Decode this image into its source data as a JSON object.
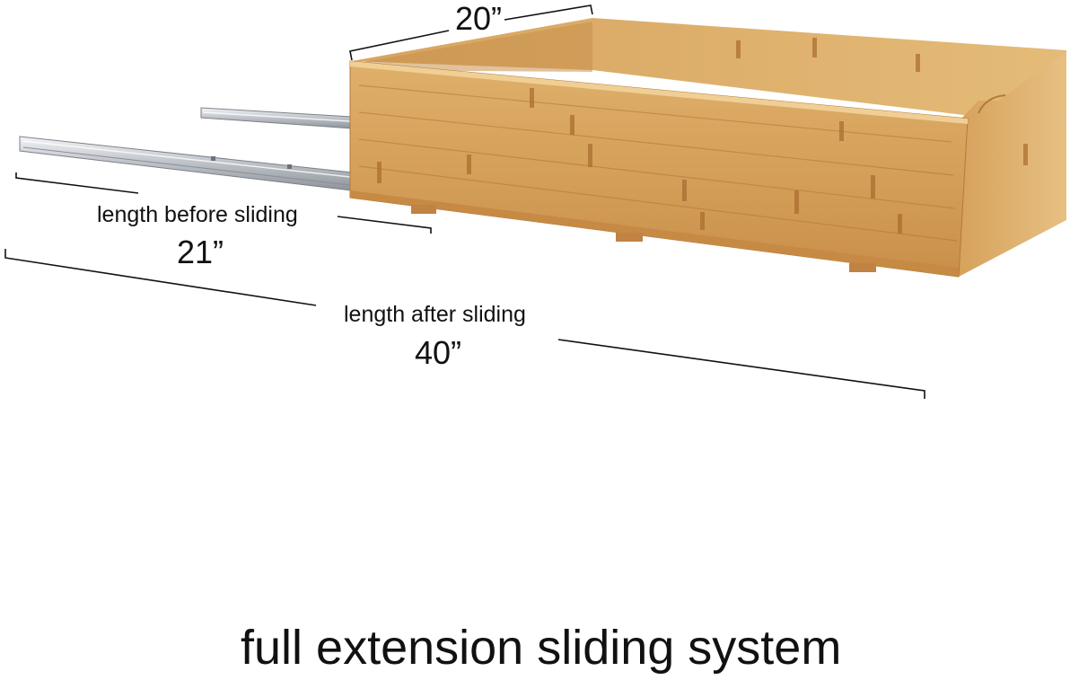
{
  "product_image": {
    "icon": "bamboo-sliding-drawer-icon",
    "colors": {
      "wood_light": "#e2b877",
      "wood_mid": "#cf9650",
      "wood_dark": "#b77a3b",
      "rail": "#c9ccd1",
      "dimension_line": "#111111"
    }
  },
  "dimensions": {
    "width_value": "20”",
    "before_label": "length before sliding",
    "before_value": "21”",
    "after_label": "length after sliding",
    "after_value": "40”"
  },
  "caption": "full extension sliding system"
}
